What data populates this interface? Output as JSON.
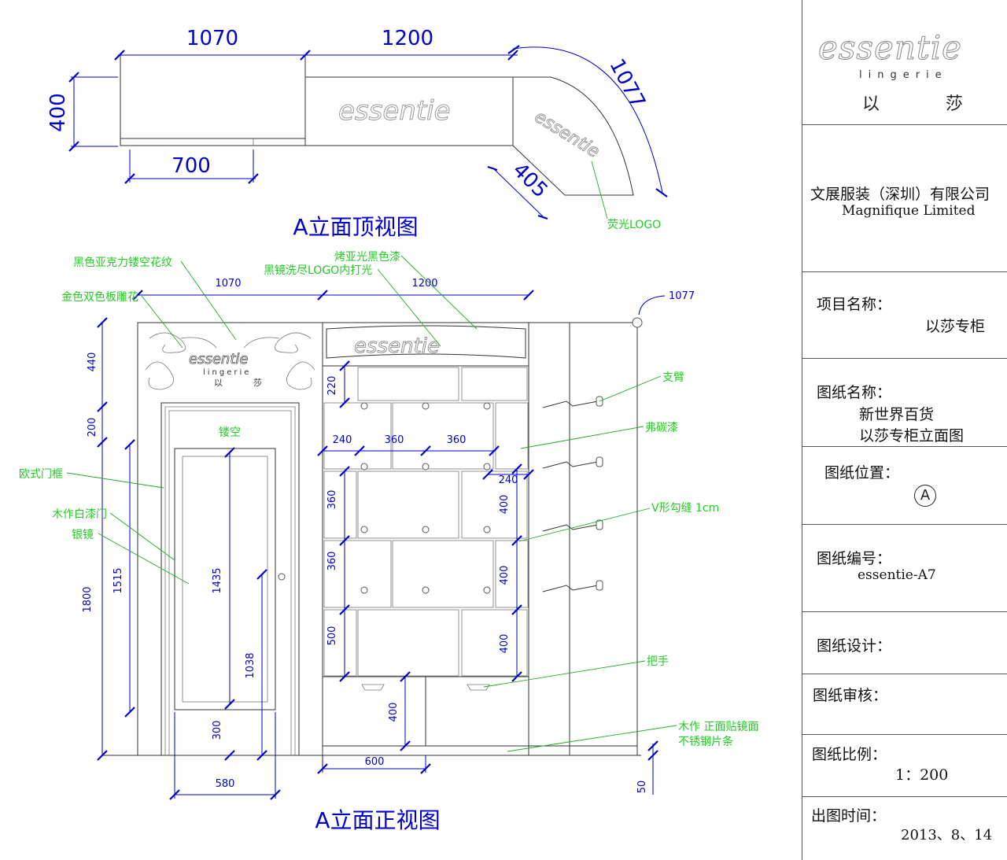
{
  "views": {
    "top_title": "A立面顶视图",
    "front_title": "A立面正视图"
  },
  "top_view_dims": {
    "w1": "1070",
    "w2": "1200",
    "arc": "1077",
    "depth": "400",
    "inner": "700",
    "curve_depth": "405"
  },
  "top_view_notes": {
    "logo_glow": "荧光LOGO"
  },
  "logo_text": {
    "brand": "essentie",
    "sub": "lingerie",
    "cn_left": "以",
    "cn_right": "莎"
  },
  "front_notes": {
    "acrylic_pattern": "黑色亚克力镂空花纹",
    "gold_carving": "金色双色板雕花",
    "matte_black": "烤亚光黑色漆",
    "black_mirror_logo": "黑镜洗尽LOGO内打光",
    "hollow": "镂空",
    "door_frame": "欧式门框",
    "white_door": "木作白漆门",
    "silver_mirror": "银镜",
    "bracket": "支臂",
    "fluorocarbon": "弗碳漆",
    "v_groove": "V形勾缝 1cm",
    "handle": "把手",
    "wood_mirror": "木作 正面贴镜面",
    "steel_strip": "不锈钢片条"
  },
  "front_dims": {
    "top_1070": "1070",
    "top_1200": "1200",
    "top_1077": "1077",
    "h440": "440",
    "h200": "200",
    "h1800": "1800",
    "h1515": "1515",
    "h1435": "1435",
    "h1038": "1038",
    "h300": "300",
    "w580": "580",
    "h220": "220",
    "w240a": "240",
    "w360a": "360",
    "w360b": "360",
    "w240b": "240",
    "h360a": "360",
    "h400a": "400",
    "h360b": "360",
    "h400b": "400",
    "h500": "500",
    "h400c": "400",
    "h400d": "400",
    "w600": "600",
    "h50": "50"
  },
  "title_block": {
    "brand": "essentie",
    "brand_sub": "lingerie",
    "brand_cn_left": "以",
    "brand_cn_right": "莎",
    "company_cn": "文展服装（深圳）有限公司",
    "company_en": "Magnifique Limited",
    "project_label": "项目名称：",
    "project_value": "以莎专柜",
    "drawing_name_label": "图纸名称：",
    "drawing_name_line1": "新世界百货",
    "drawing_name_line2": "以莎专柜立面图",
    "position_label": "图纸位置：",
    "position_value": "A",
    "number_label": "图纸编号：",
    "number_value": "essentie-A7",
    "design_label": "图纸设计：",
    "review_label": "图纸审核：",
    "scale_label": "图纸比例：",
    "scale_value": "1：200",
    "date_label": "出图时间：",
    "date_value": "2013、8、14"
  },
  "colors": {
    "dim": "#0000cc",
    "note": "#22cc22",
    "line": "#333333",
    "leader": "#22aa22"
  }
}
